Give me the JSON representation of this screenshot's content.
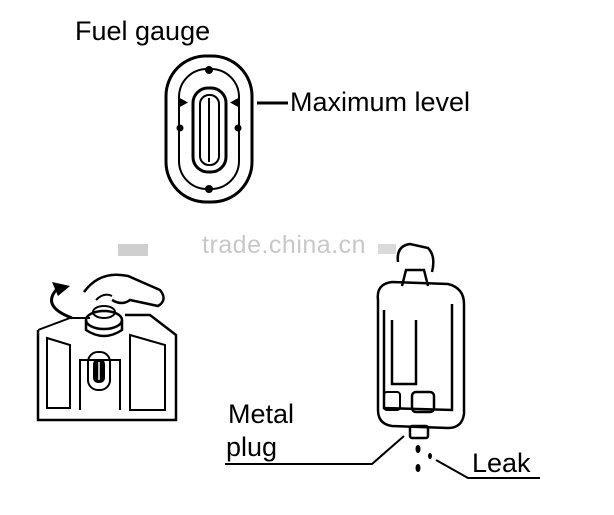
{
  "labels": {
    "fuel_gauge": "Fuel gauge",
    "maximum_level": "Maximum level",
    "metal": "Metal",
    "plug": "plug",
    "leak": "Leak"
  },
  "watermark": "trade.china.cn",
  "colors": {
    "line": "#000000",
    "background": "#ffffff",
    "watermark": "#c8c8c8"
  }
}
